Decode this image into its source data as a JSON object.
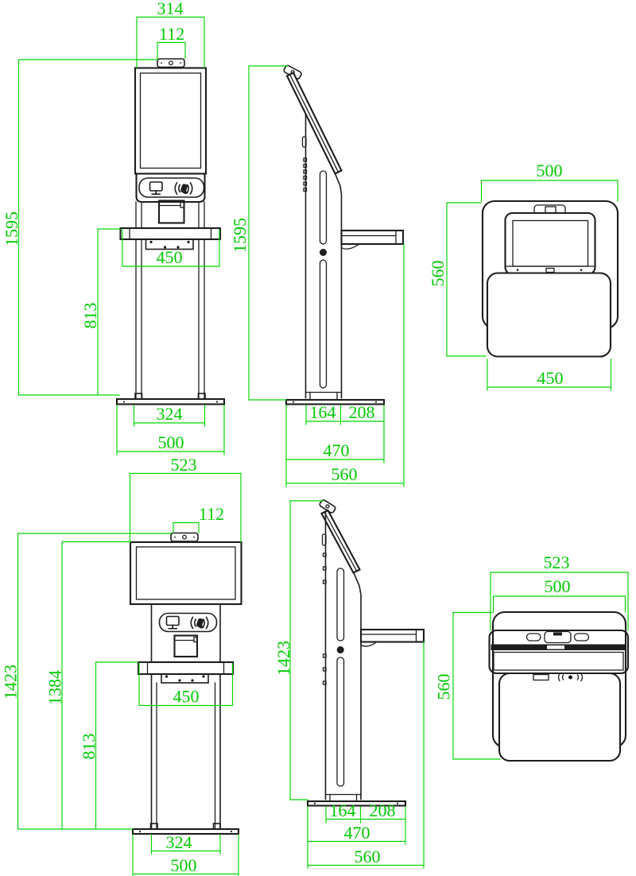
{
  "colors": {
    "dimension_green": "#00d600",
    "line_black": "#1d1d1d",
    "background": "#ffffff"
  },
  "views": {
    "a_front": {
      "width": "314",
      "camera_width": "112",
      "height": "1595",
      "shelf_height": "813",
      "shelf_width": "450",
      "column_width": "324",
      "base_width": "500"
    },
    "a_side": {
      "height": "1595",
      "column_depth": "164",
      "front_offset": "208",
      "base_depth": "470",
      "total_depth": "560"
    },
    "a_top": {
      "base_width": "500",
      "total_depth": "560",
      "shelf_width": "450"
    },
    "b_front": {
      "screen_width": "523",
      "camera_width": "112",
      "height": "1423",
      "screen_top_height": "1384",
      "shelf_height": "813",
      "shelf_width": "450",
      "column_width": "324",
      "base_width": "500"
    },
    "b_side": {
      "height": "1423",
      "column_depth": "164",
      "front_offset": "208",
      "base_depth": "470",
      "total_depth": "560"
    },
    "b_top": {
      "screen_width": "523",
      "base_width": "500",
      "total_depth": "560"
    }
  }
}
